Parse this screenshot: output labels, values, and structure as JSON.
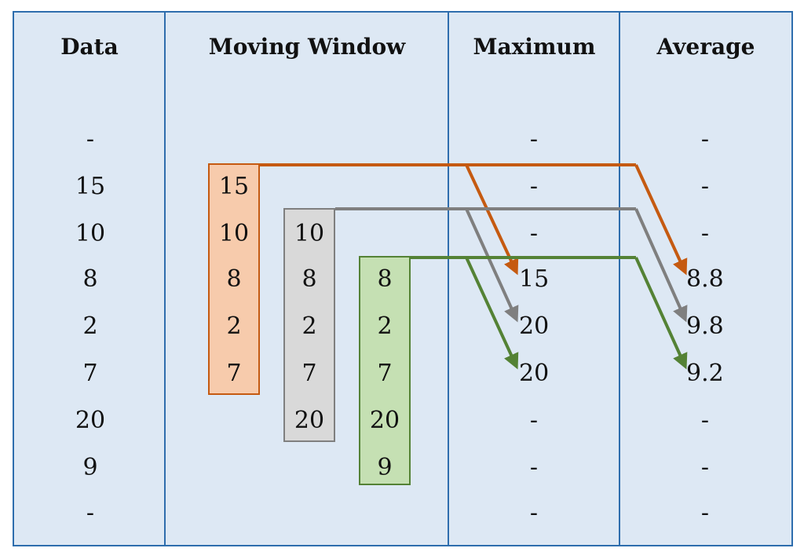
{
  "headers": {
    "data": "Data",
    "moving_window": "Moving Window",
    "maximum": "Maximum",
    "average": "Average"
  },
  "data_column": [
    "-",
    "15",
    "10",
    "8",
    "2",
    "7",
    "20",
    "9",
    "-"
  ],
  "windows": [
    {
      "color": "#c55a11",
      "fill": "#f7cbac",
      "values": [
        "15",
        "10",
        "8",
        "2",
        "7"
      ]
    },
    {
      "color": "#7f7f7f",
      "fill": "#d9d9d9",
      "values": [
        "10",
        "8",
        "2",
        "7",
        "20"
      ]
    },
    {
      "color": "#548235",
      "fill": "#c5e0b3",
      "values": [
        "8",
        "2",
        "7",
        "20",
        "9"
      ]
    }
  ],
  "maximum_column": [
    "-",
    "-",
    "-",
    "15",
    "20",
    "20",
    "-",
    "-",
    "-"
  ],
  "average_column": [
    "-",
    "-",
    "-",
    "8.8",
    "9.8",
    "9.2",
    "-",
    "-",
    "-"
  ],
  "colors": {
    "panel_fill": "#dde8f4",
    "panel_border": "#2e6dad"
  }
}
